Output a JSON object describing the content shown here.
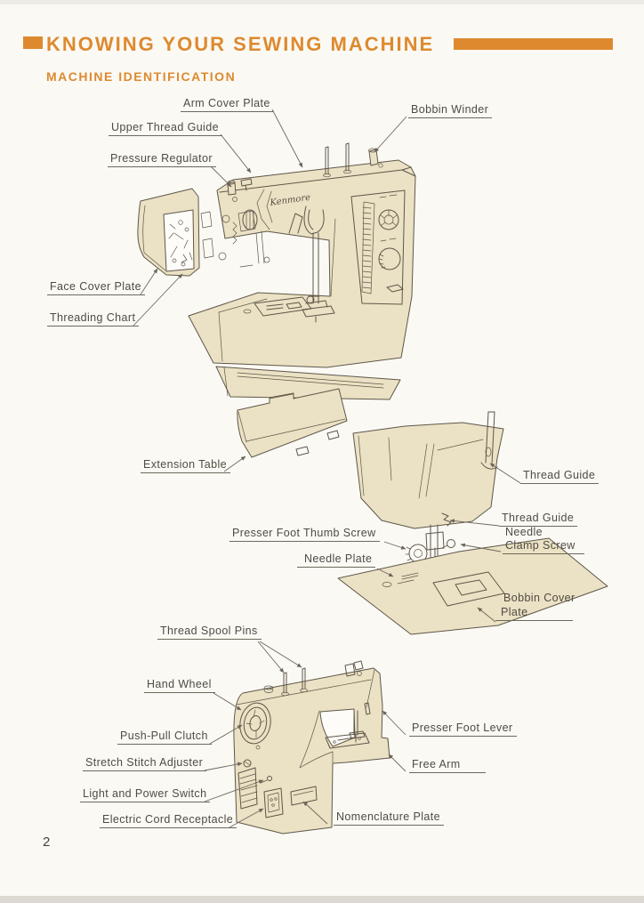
{
  "header": {
    "title": "KNOWING YOUR SEWING MACHINE",
    "section": "MACHINE IDENTIFICATION"
  },
  "page_number": "2",
  "machine_brand": "Kenmore",
  "colors": {
    "accent_orange": "#dd8a2f",
    "machine_fill": "#ebe1c4",
    "line_ink": "#5e574a",
    "label_ink": "#4f4b44",
    "paper": "#fbf9f4"
  },
  "labels": {
    "arm_cover_plate": "Arm Cover Plate",
    "bobbin_winder": "Bobbin Winder",
    "upper_thread_guide": "Upper Thread Guide",
    "pressure_regulator": "Pressure Regulator",
    "face_cover_plate": "Face Cover Plate",
    "threading_chart": "Threading Chart",
    "extension_table": "Extension Table",
    "thread_guide_upper": "Thread Guide",
    "thread_guide_lower": "Thread Guide",
    "needle_clamp_screw_line1": "Needle",
    "needle_clamp_screw_line2": "Clamp Screw",
    "presser_foot_thumb_screw": "Presser Foot Thumb Screw",
    "needle_plate": "Needle Plate",
    "bobbin_cover_plate_line1": "Bobbin Cover",
    "bobbin_cover_plate_line2": "Plate",
    "thread_spool_pins": "Thread Spool Pins",
    "hand_wheel": "Hand Wheel",
    "push_pull_clutch": "Push-Pull Clutch",
    "presser_foot_lever": "Presser Foot Lever",
    "free_arm": "Free Arm",
    "stretch_stitch_adjuster": "Stretch Stitch Adjuster",
    "light_and_power_switch": "Light and Power Switch",
    "electric_cord_receptacle": "Electric Cord Receptacle",
    "nomenclature_plate": "Nomenclature Plate"
  }
}
